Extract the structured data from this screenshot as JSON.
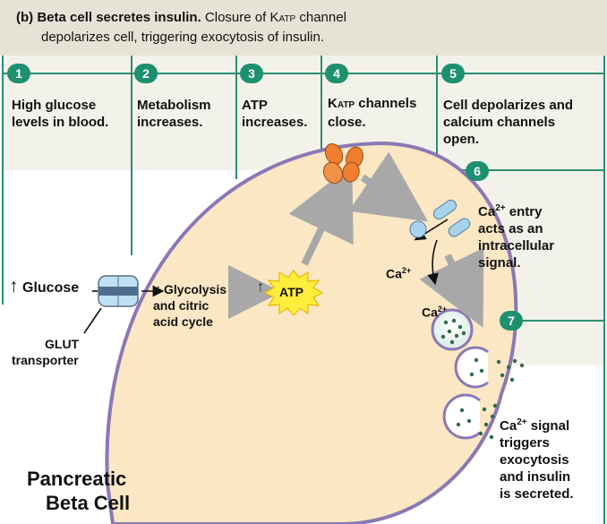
{
  "header": {
    "panel_letter": "(b)",
    "title_bold": "Beta cell secretes insulin.",
    "title_rest_pre": "Closure of K",
    "title_rest_sub": "ATP",
    "title_rest_post": " channel",
    "title_line2": "depolarizes cell, triggering exocytosis of insulin."
  },
  "steps": [
    {
      "num": "1",
      "line1": "High glucose",
      "line2": "levels in blood."
    },
    {
      "num": "2",
      "line1": "Metabolism",
      "line2": "increases."
    },
    {
      "num": "3",
      "line1": "ATP",
      "line2": "increases."
    },
    {
      "num": "4",
      "pre": "K",
      "sub": "ATP",
      "post": " channels",
      "line2": "close."
    },
    {
      "num": "5",
      "line1": "Cell depolarizes and",
      "line2": "calcium channels",
      "line3": "open."
    },
    {
      "num": "6",
      "pre": "Ca",
      "sup": "2+",
      "post": " entry",
      "line2": "acts as an",
      "line3": "intracellular",
      "line4": "signal."
    },
    {
      "num": "7",
      "pre": "Ca",
      "sup": "2+",
      "post": " signal",
      "line2": "triggers",
      "line3": "exocytosis",
      "line4": "and insulin",
      "line5": "is secreted."
    }
  ],
  "labels": {
    "up_arrow": "↑",
    "glucose": "Glucose",
    "glut_line1": "GLUT",
    "glut_line2": "transporter",
    "glycolysis_line1": "Glycolysis",
    "glycolysis_line2": "and citric",
    "glycolysis_line3": "acid cycle",
    "atp": "ATP",
    "ca": "Ca",
    "ca_sup": "2+",
    "cell_name_line1": "Pancreatic",
    "cell_name_line2": "Beta Cell"
  },
  "colors": {
    "header_bg": "#e6e3d6",
    "cell_fill": "#fbe7c3",
    "membrane": "#8b78b5",
    "grid_line": "#2a8f72",
    "badge": "#1d9070",
    "channel_orange": "#ef7f2f",
    "channel_blue": "#a9d3ec",
    "atp_star": "#ffee3c",
    "vesicle_dot": "#2f6b4a",
    "arrow_gray": "#a8a8a8"
  }
}
